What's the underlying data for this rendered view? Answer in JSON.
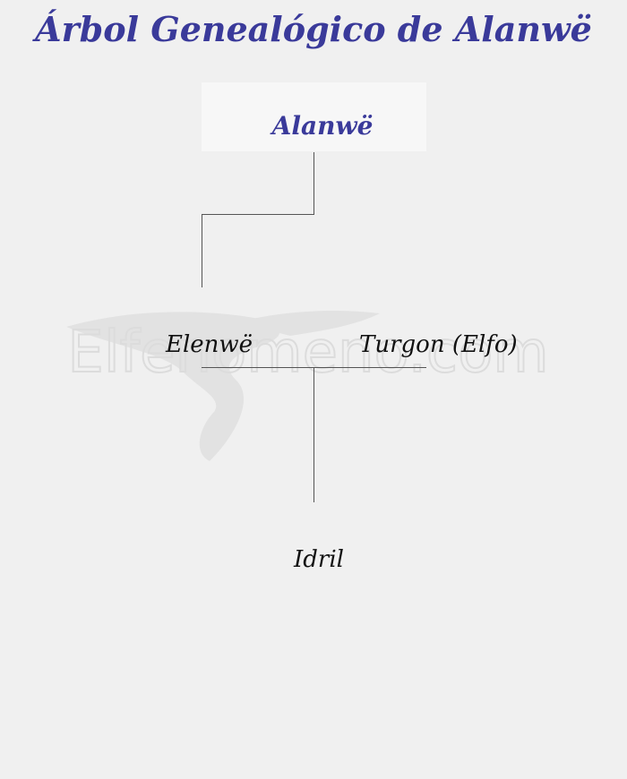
{
  "page": {
    "title": "Árbol Genealógico de Alanwë"
  },
  "watermark": {
    "text": "Elfenomeno.com"
  },
  "tree": {
    "root": "Alanwë",
    "child": "Elenwë",
    "spouse": "Turgon (Elfo)",
    "grandchild": "Idril"
  },
  "colors": {
    "title": "#3a3a9a",
    "root": "#3a3a9a",
    "text": "#111111",
    "lines": "#555555",
    "background": "#f0f0f0"
  }
}
